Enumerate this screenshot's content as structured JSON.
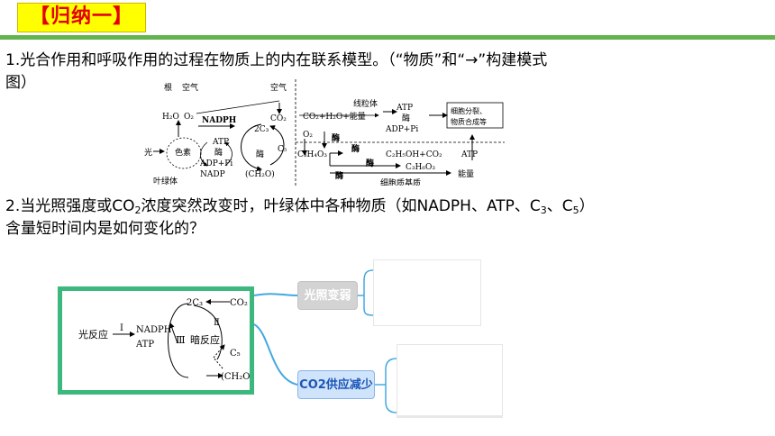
{
  "header": {
    "title": "【归纳一】"
  },
  "questions": {
    "q1_line1": "1.光合作用和呼吸作用的过程在物质上的内在联系模型。（“物质”和“→”构建模式",
    "q1_line2": "图）",
    "q2_line1_a": "2.当光照强度或CO",
    "q2_line1_sub1": "2",
    "q2_line1_b": "浓度突然改变时，叶绿体中各种物质（如NADPH、ATP、C",
    "q2_line1_sub2": "3",
    "q2_line1_c": "、C",
    "q2_line1_sub3": "5",
    "q2_line1_d": "）",
    "q2_line2": "含量短时间内是如何变化的？"
  },
  "figure1": {
    "root": "根",
    "air_left": "空气",
    "air_mid": "空气",
    "h2o": "H₂O",
    "o2_top": "O₂",
    "nadph": "NADPH",
    "two_c3": "2C₃",
    "co2": "CO₂",
    "c5": "C₅",
    "light": "光",
    "pigment": "色素",
    "atp": "ATP",
    "enzyme1": "酶",
    "adp_pi": "ADP+Pi",
    "nadp": "NADP",
    "enzyme2": "酶",
    "ch2o": "(CH₂O)",
    "chloroplast": "叶绿体",
    "mitochondria": "线粒体",
    "resp_products": "CO₂+H₂O+能量",
    "o2_mid": "O₂",
    "enzyme3": "酶",
    "atp_right": "ATP",
    "enzyme4": "酶",
    "adp_pi_right": "ADP+Pi",
    "cell_use_1": "细胞分裂、",
    "cell_use_2": "物质合成等",
    "c3h4o3": "C₃H₄O₃",
    "enzyme5": "酶",
    "ethanol": "C₂H₅OH+CO₂",
    "enzyme6": "酶",
    "lactic": "C₃H₆O₃",
    "enzyme7": "酶",
    "atp_bottom": "ATP",
    "energy": "能量",
    "cytoplasm": "细胞质基质"
  },
  "figure2": {
    "two_c3": "2C₃",
    "co2": "CO₂",
    "light_reaction": "光反应",
    "step1": "Ⅰ",
    "nadph": "NADPH",
    "atp": "ATP",
    "step3": "Ⅲ",
    "dark_reaction": "暗反应",
    "step2": "Ⅱ",
    "c5": "C₅",
    "ch2o": "(CH₂O)"
  },
  "mindmap": {
    "light_weaken": "光照变弱",
    "co2_decrease": "CO2供应减少"
  },
  "colors": {
    "accent_green": "#3cb77e",
    "bar_green": "#63b34e",
    "title_red": "#e40000",
    "title_bg": "#ffff00",
    "node_blue": "#1c56b8"
  }
}
